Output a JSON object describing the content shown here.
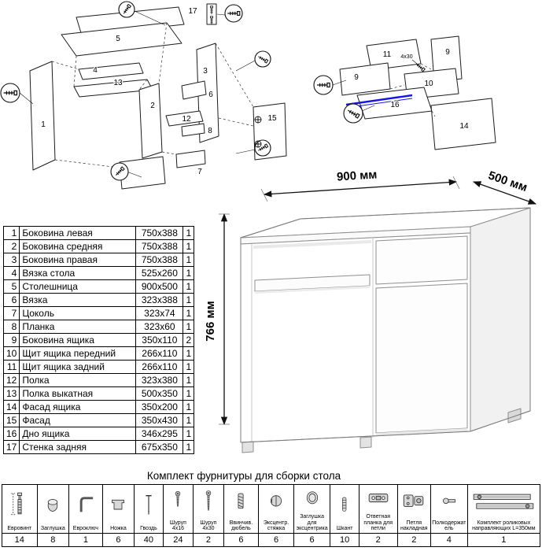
{
  "dims": {
    "width": "900 мм",
    "depth": "500 мм",
    "height": "766 мм"
  },
  "diagrams": {
    "main": {
      "labels": [
        "17",
        "5",
        "4",
        "13",
        "1",
        "2",
        "3",
        "6",
        "12",
        "8",
        "7",
        "15"
      ]
    },
    "drawer": {
      "labels": [
        "11",
        "9",
        "9",
        "10",
        "16",
        "14"
      ],
      "note": "4x30"
    }
  },
  "parts": [
    {
      "num": "1",
      "name": "Боковина левая",
      "size": "750x388",
      "qty": "1"
    },
    {
      "num": "2",
      "name": "Боковина средняя",
      "size": "750x388",
      "qty": "1"
    },
    {
      "num": "3",
      "name": "Боковина правая",
      "size": "750x388",
      "qty": "1"
    },
    {
      "num": "4",
      "name": "Вязка стола",
      "size": "525x260",
      "qty": "1"
    },
    {
      "num": "5",
      "name": "Столешница",
      "size": "900x500",
      "qty": "1"
    },
    {
      "num": "6",
      "name": "Вязка",
      "size": "323x388",
      "qty": "1"
    },
    {
      "num": "7",
      "name": "Цоколь",
      "size": "323x74",
      "qty": "1"
    },
    {
      "num": "8",
      "name": "Планка",
      "size": "323x60",
      "qty": "1"
    },
    {
      "num": "9",
      "name": "Боковина ящика",
      "size": "350x110",
      "qty": "2"
    },
    {
      "num": "10",
      "name": "Щит ящика передний",
      "size": "266x110",
      "qty": "1"
    },
    {
      "num": "11",
      "name": "Щит ящика задний",
      "size": "266x110",
      "qty": "1"
    },
    {
      "num": "12",
      "name": "Полка",
      "size": "323x380",
      "qty": "1"
    },
    {
      "num": "13",
      "name": "Полка выкатная",
      "size": "500x350",
      "qty": "1"
    },
    {
      "num": "14",
      "name": "Фасад ящика",
      "size": "350x200",
      "qty": "1"
    },
    {
      "num": "15",
      "name": "Фасад",
      "size": "350x430",
      "qty": "1"
    },
    {
      "num": "16",
      "name": "Дно ящика",
      "size": "346x295",
      "qty": "1"
    },
    {
      "num": "17",
      "name": "Стенка задняя",
      "size": "675x350",
      "qty": "1"
    }
  ],
  "hardware": {
    "title": "Комплект фурнитуры для сборки стола",
    "items": [
      {
        "label": "Евровинт",
        "qty": "14",
        "icon": "confirmat-screw-icon"
      },
      {
        "label": "Заглушка",
        "qty": "8",
        "icon": "cap-icon"
      },
      {
        "label": "Евроключ",
        "qty": "1",
        "icon": "hex-key-icon"
      },
      {
        "label": "Ножка",
        "qty": "6",
        "icon": "furniture-leg-icon"
      },
      {
        "label": "Гвоздь",
        "qty": "40",
        "icon": "nail-icon"
      },
      {
        "label": "Шуруп 4x16",
        "qty": "24",
        "icon": "screw-icon"
      },
      {
        "label": "Шуруп 4x30",
        "qty": "2",
        "icon": "screw-icon"
      },
      {
        "label": "Ввинчив. дюбель",
        "qty": "6",
        "icon": "threaded-dowel-icon"
      },
      {
        "label": "Эксцентр. стяжка",
        "qty": "6",
        "icon": "cam-lock-icon"
      },
      {
        "label": "Заглушка для эксцентрика",
        "qty": "6",
        "icon": "cam-cap-icon"
      },
      {
        "label": "Шкант",
        "qty": "10",
        "icon": "wood-dowel-icon"
      },
      {
        "label": "Ответная планка для петли",
        "qty": "2",
        "icon": "hinge-plate-icon"
      },
      {
        "label": "Петля накладная",
        "qty": "2",
        "icon": "hinge-icon"
      },
      {
        "label": "Полкодержатель",
        "qty": "4",
        "icon": "shelf-pin-icon"
      },
      {
        "label": "Комплект роликовых направляющих L=350мм",
        "qty": "1",
        "icon": "drawer-slides-icon"
      }
    ]
  }
}
